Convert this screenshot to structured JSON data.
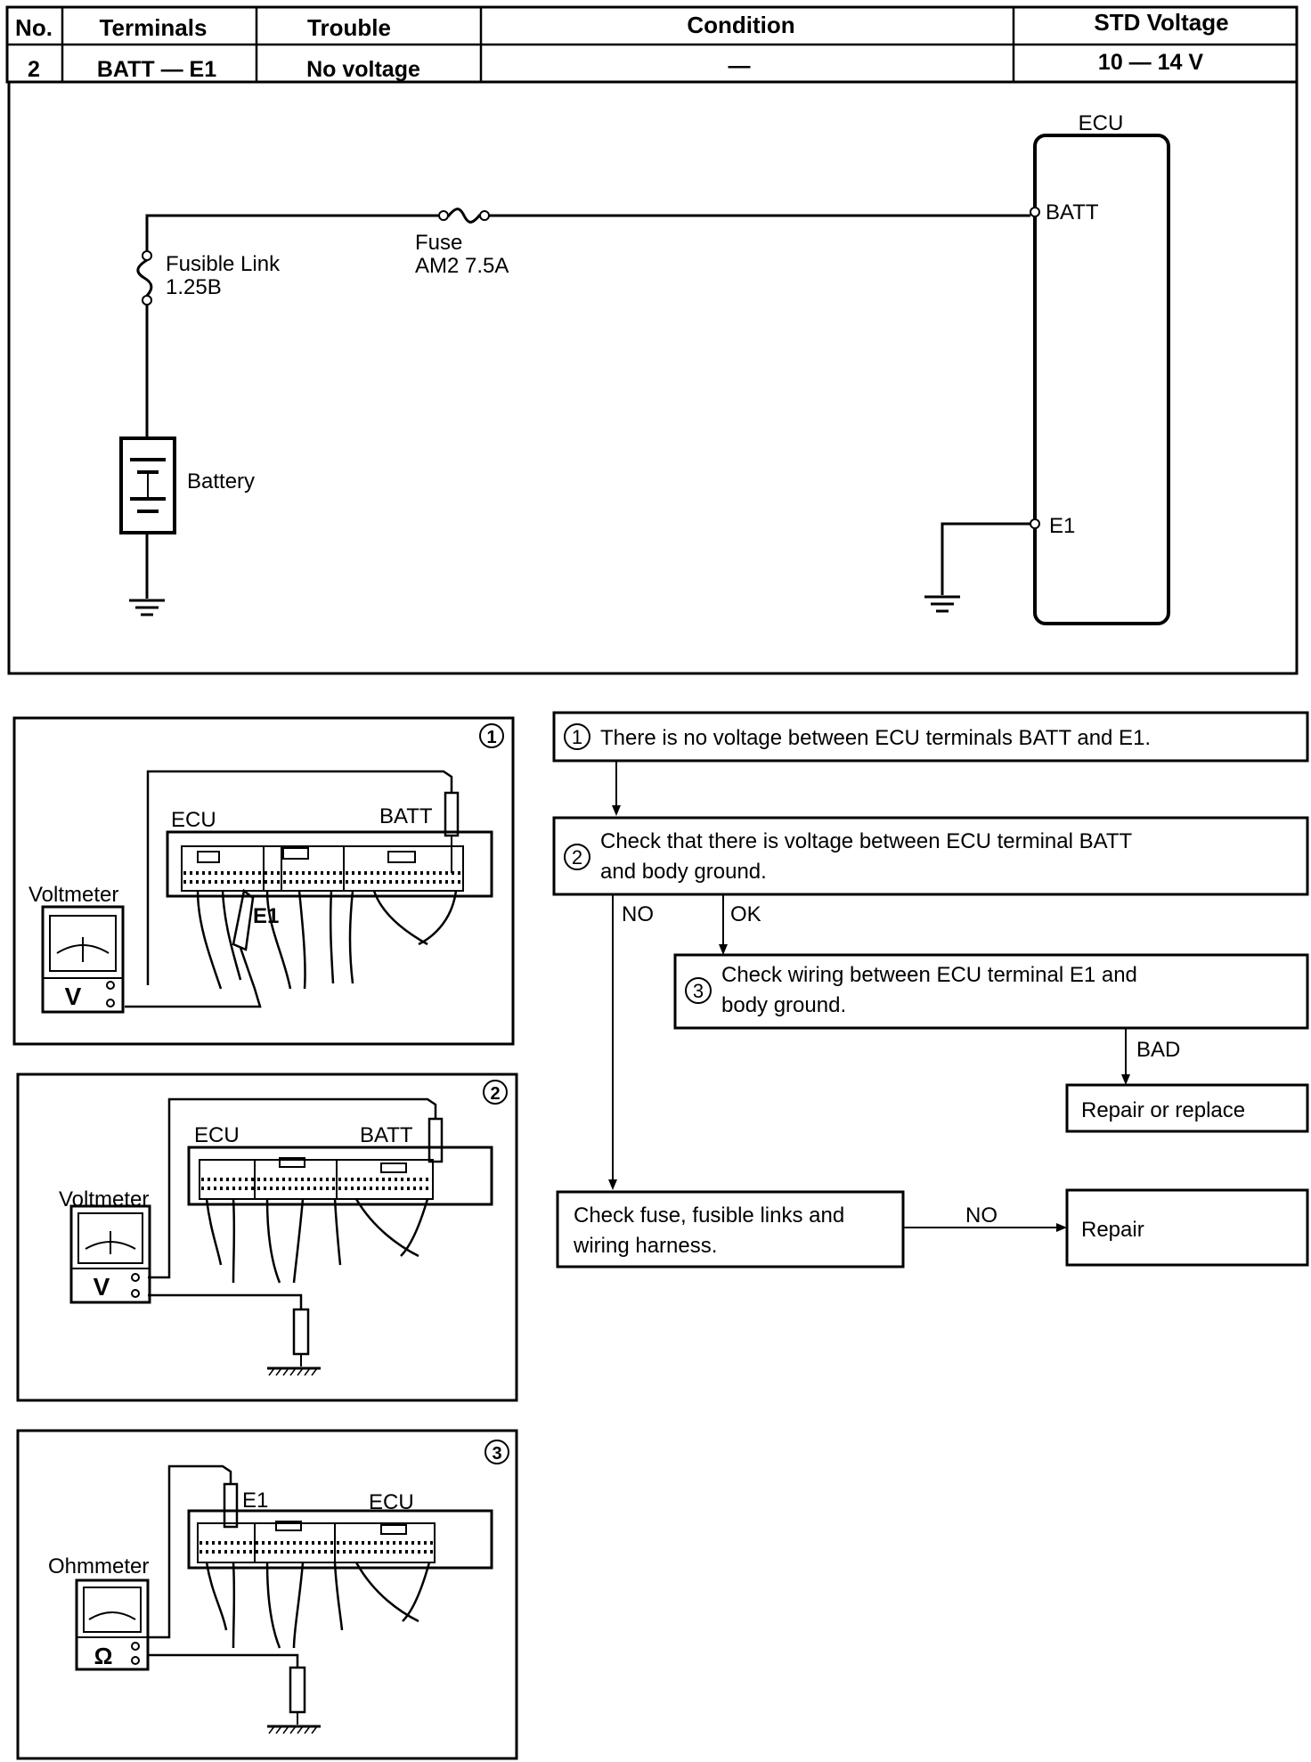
{
  "table": {
    "headers": [
      "No.",
      "Terminals",
      "Trouble",
      "Condition",
      "STD Voltage"
    ],
    "row": [
      "2",
      "BATT — E1",
      "No voltage",
      "—",
      "10 — 14 V"
    ]
  },
  "circuit": {
    "ecu": "ECU",
    "batt": "BATT",
    "e1": "E1",
    "fuse_line1": "Fuse",
    "fuse_line2": "AM2 7.5A",
    "fusible_line1": "Fusible Link",
    "fusible_line2": "1.25B",
    "battery": "Battery"
  },
  "illustrations": [
    {
      "num": "1",
      "meter": "Voltmeter",
      "meter_symbol": "V",
      "ecu": "ECU",
      "batt": "BATT",
      "e1": "E1"
    },
    {
      "num": "2",
      "meter": "Voltmeter",
      "meter_symbol": "V",
      "ecu": "ECU",
      "batt": "BATT"
    },
    {
      "num": "3",
      "meter": "Ohmmeter",
      "meter_symbol": "Ω",
      "ecu": "ECU",
      "e1": "E1"
    }
  ],
  "flow": {
    "step1_num": "1",
    "step1": "There is no voltage between ECU terminals BATT and E1.",
    "step2_num": "2",
    "step2_line1": "Check that there is voltage between ECU terminal BATT",
    "step2_line2": "and body ground.",
    "no": "NO",
    "ok": "OK",
    "step3_num": "3",
    "step3_line1": "Check wiring between ECU terminal E1 and",
    "step3_line2": "body ground.",
    "bad": "BAD",
    "repair_replace": "Repair or replace",
    "check_fuse_line1": "Check fuse, fusible links and",
    "check_fuse_line2": "wiring harness.",
    "no2": "NO",
    "repair": "Repair"
  }
}
